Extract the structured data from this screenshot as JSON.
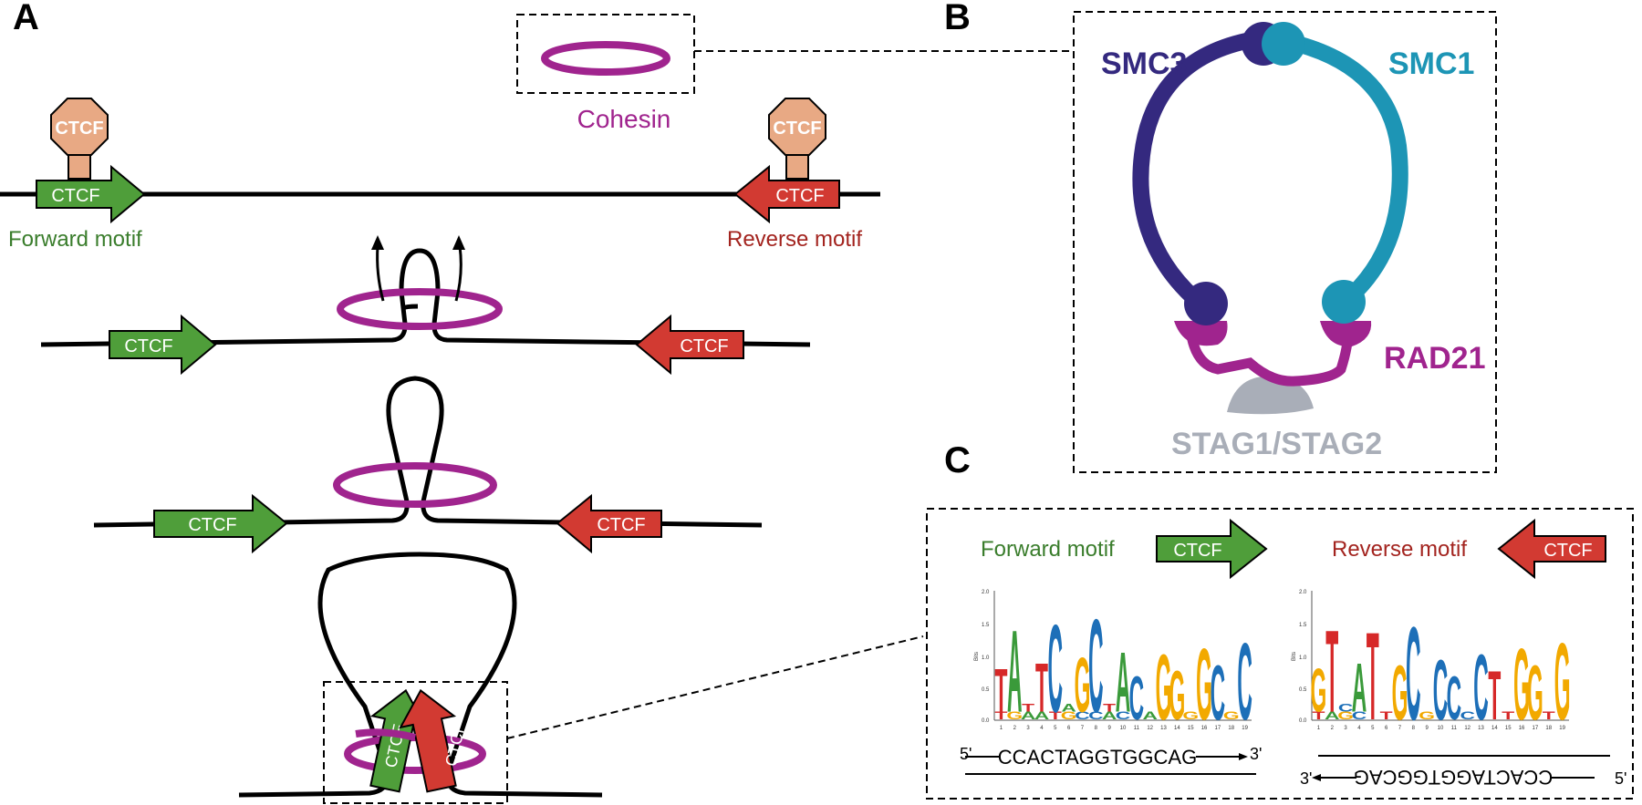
{
  "panels": {
    "a": "A",
    "b": "B",
    "c": "C"
  },
  "colors": {
    "forward": "#4f9e3a",
    "reverse": "#d23a32",
    "cohesin": "#a0248e",
    "ctcf_protein": "#e8a984",
    "smc3": "#34297f",
    "smc1": "#1d95b5",
    "rad21": "#a0248e",
    "stag": "#a9aeb8"
  },
  "panel_a": {
    "cohesin_label": "Cohesin",
    "protein_label": "CTCF",
    "arrow_label": "CTCF",
    "forward_motif": "Forward motif",
    "reverse_motif": "Reverse motif"
  },
  "panel_b": {
    "smc3": "SMC3",
    "smc1": "SMC1",
    "rad21": "RAD21",
    "stag": "STAG1/STAG2"
  },
  "panel_c": {
    "forward_motif": "Forward motif",
    "reverse_motif": "Reverse motif",
    "arrow_label": "CTCF",
    "forward_seq": "CCACTAGGTGGCAG",
    "reverse_seq": "CCACTAGGTGGCAG",
    "five_prime": "5'",
    "three_prime": "3'",
    "axis_label": "Bits",
    "y_ticks": [
      "2.0",
      "1.5",
      "1.0",
      "0.5",
      "0.0"
    ],
    "x_ticks": [
      "1",
      "2",
      "3",
      "4",
      "5",
      "6",
      "7",
      "8",
      "9",
      "10",
      "11",
      "12",
      "13",
      "14",
      "15",
      "16",
      "17",
      "18",
      "19"
    ],
    "forward_logo": [
      "T",
      "G",
      "A",
      "A",
      "T",
      "G",
      "C",
      "C",
      "A",
      "C",
      "C",
      "A",
      "G",
      "G",
      "G",
      "G",
      "C",
      "G",
      "C",
      "T",
      "A",
      "T",
      "T",
      "C",
      "A",
      "G",
      "C",
      "T",
      "A"
    ],
    "reverse_logo": [
      "T",
      "A",
      "G",
      "C",
      "T",
      "T",
      "G",
      "C",
      "G",
      "C",
      "C",
      "C",
      "C",
      "T",
      "T",
      "G",
      "G",
      "T",
      "G",
      "G",
      "T",
      "C",
      "A"
    ]
  }
}
